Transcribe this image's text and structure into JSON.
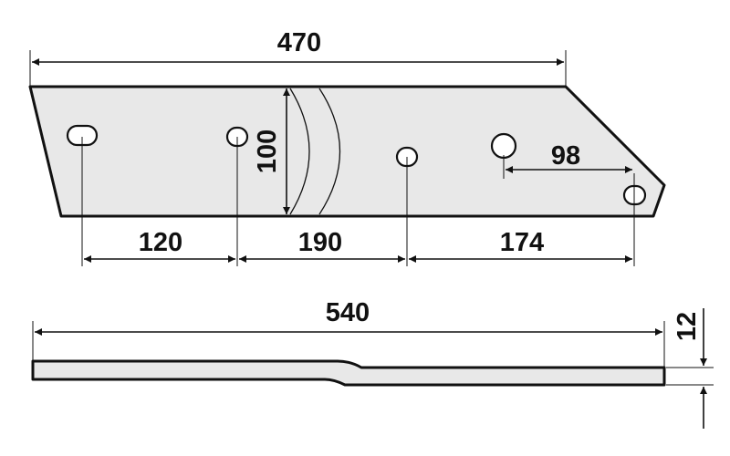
{
  "dimensions": {
    "overall_length_top": "470",
    "height": "100",
    "hole_spacing_1": "120",
    "hole_spacing_2": "190",
    "hole_spacing_3": "174",
    "hole_offset": "98",
    "overall_length_side": "540",
    "thickness": "12"
  }
}
